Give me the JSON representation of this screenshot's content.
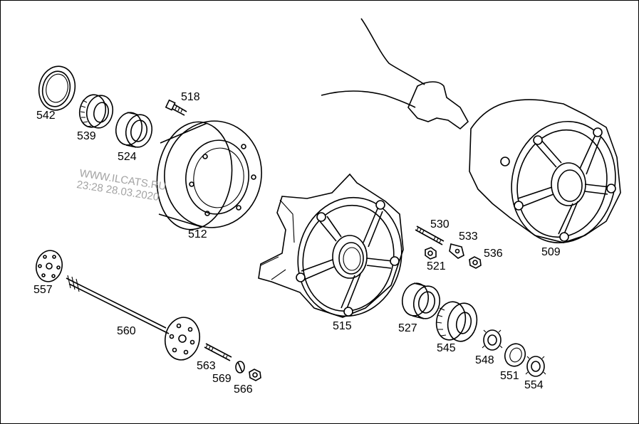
{
  "watermark": {
    "line1": "WWW.ILCATS.RU",
    "line2": "23:28 28.03.2020"
  },
  "labels": {
    "p509": "509",
    "p512": "512",
    "p515": "515",
    "p518": "518",
    "p521": "521",
    "p524": "524",
    "p527": "527",
    "p530": "530",
    "p533": "533",
    "p536": "536",
    "p539": "539",
    "p542": "542",
    "p545": "545",
    "p548": "548",
    "p551": "551",
    "p554": "554",
    "p557": "557",
    "p560": "560",
    "p563": "563",
    "p566": "566",
    "p569": "569"
  }
}
